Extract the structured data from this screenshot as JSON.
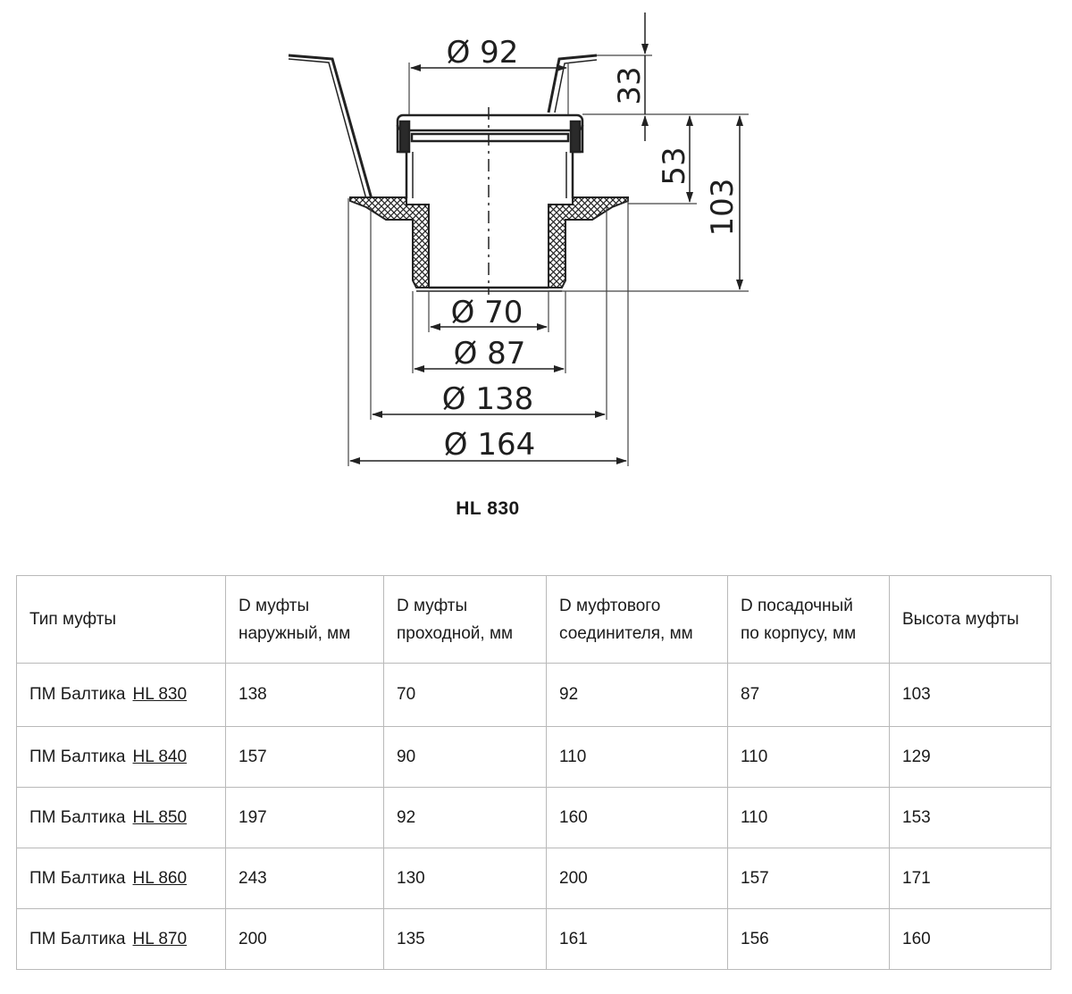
{
  "drawing": {
    "dimensions": {
      "d_coupling": "Ø 92",
      "h_top": "33",
      "h_mid": "53",
      "h_total": "103",
      "d_pass": "Ø 70",
      "d_seat": "Ø 87",
      "d_outer": "Ø 138",
      "d_flange": "Ø 164"
    }
  },
  "caption": "HL 830",
  "table": {
    "headers": [
      "Тип муфты",
      "D муфты наружный, мм",
      "D муфты проходной, мм",
      "D муфтового соединителя, мм",
      "D посадочный по корпусу, мм",
      "Высота муфты"
    ],
    "header_lines": [
      [
        "Тип муфты"
      ],
      [
        "D муфты",
        "наружный, мм"
      ],
      [
        "D муфты",
        "проходной, мм"
      ],
      [
        "D муфтового",
        "соединителя, мм"
      ],
      [
        "D посадочный",
        "по корпусу, мм"
      ],
      [
        "Высота муфты"
      ]
    ],
    "rows": [
      {
        "prefix": "ПМ Балтика",
        "model": "HL 830",
        "values": [
          "138",
          "70",
          "92",
          "87",
          "103"
        ]
      },
      {
        "prefix": "ПМ Балтика",
        "model": "HL 840",
        "values": [
          "157",
          "90",
          "110",
          "110",
          "129"
        ]
      },
      {
        "prefix": "ПМ Балтика",
        "model": "HL 850",
        "values": [
          "197",
          "92",
          "160",
          "110",
          "153"
        ]
      },
      {
        "prefix": "ПМ Балтика",
        "model": "HL 860",
        "values": [
          "243",
          "130",
          "200",
          "157",
          "171"
        ]
      },
      {
        "prefix": "ПМ Балтика",
        "model": "HL 870",
        "values": [
          "200",
          "135",
          "161",
          "156",
          "160"
        ]
      }
    ]
  }
}
